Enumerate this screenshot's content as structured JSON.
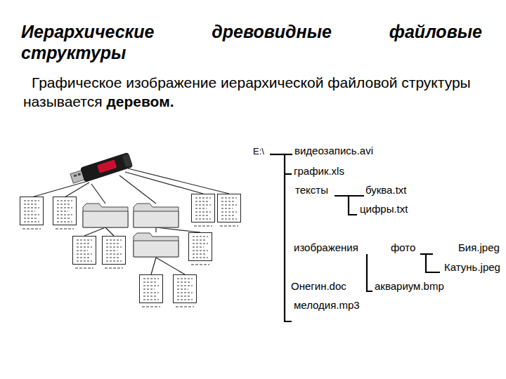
{
  "diagram": {
    "title": "Иерархические древовидные файловые структуры",
    "labels": [
      "Графическое изображение иерархической файловой структуры называется",
      "деревом.",
      "E:\\",
      "видеозапись.avi",
      "график.xls",
      "тексты",
      "буква.txt",
      "цифры.txt",
      "изображения",
      "фото",
      "Бия.jpeg",
      "Катунь.jpeg",
      "Онегин.doc",
      "аквариум.bmp",
      "мелодия.mp3"
    ]
  }
}
